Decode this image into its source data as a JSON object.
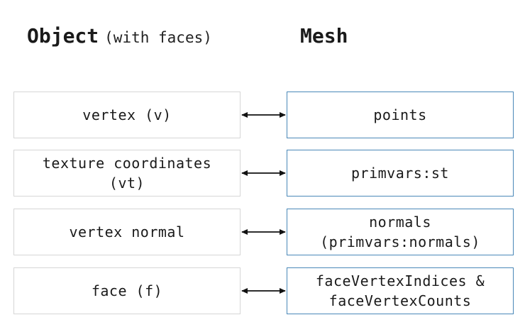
{
  "headings": {
    "left_main": "Object",
    "left_sub": "(with faces)",
    "right_main": "Mesh"
  },
  "rows": [
    {
      "object": "vertex (v)",
      "mesh": "points"
    },
    {
      "object": "texture coordinates\n(vt)",
      "mesh": "primvars:st"
    },
    {
      "object": "vertex normal",
      "mesh": "normals\n(primvars:normals)"
    },
    {
      "object": "face (f)",
      "mesh": "faceVertexIndices &\nfaceVertexCounts"
    }
  ],
  "colors": {
    "object_border": "#d6d6d6",
    "mesh_border": "#4a88b8",
    "arrow": "#111111"
  }
}
